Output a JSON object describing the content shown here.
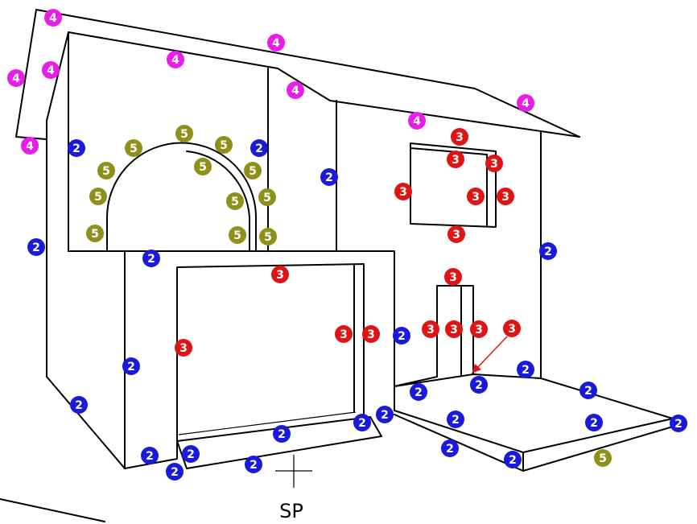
{
  "colors": {
    "2": "#1a1adc",
    "3": "#e01414",
    "4": "#e81ee8",
    "5": "#8f8f1a"
  },
  "sp_label": "SP",
  "markers": [
    {
      "n": "4"
    },
    {
      "n": "4"
    },
    {
      "n": "4"
    },
    {
      "n": "4"
    },
    {
      "n": "4"
    },
    {
      "n": "4"
    },
    {
      "n": "4"
    },
    {
      "n": "4"
    },
    {
      "n": "4"
    },
    {
      "n": "2"
    },
    {
      "n": "2"
    },
    {
      "n": "2"
    },
    {
      "n": "2"
    },
    {
      "n": "2"
    },
    {
      "n": "2"
    },
    {
      "n": "2"
    },
    {
      "n": "2"
    },
    {
      "n": "2"
    },
    {
      "n": "2"
    },
    {
      "n": "2"
    },
    {
      "n": "2"
    },
    {
      "n": "2"
    },
    {
      "n": "2"
    },
    {
      "n": "2"
    },
    {
      "n": "2"
    },
    {
      "n": "2"
    },
    {
      "n": "2"
    },
    {
      "n": "2"
    },
    {
      "n": "2"
    },
    {
      "n": "2"
    },
    {
      "n": "2"
    },
    {
      "n": "2"
    },
    {
      "n": "2"
    },
    {
      "n": "2"
    },
    {
      "n": "5"
    },
    {
      "n": "5"
    },
    {
      "n": "5"
    },
    {
      "n": "5"
    },
    {
      "n": "5"
    },
    {
      "n": "5"
    },
    {
      "n": "5"
    },
    {
      "n": "5"
    },
    {
      "n": "5"
    },
    {
      "n": "5"
    },
    {
      "n": "5"
    },
    {
      "n": "5"
    },
    {
      "n": "5"
    },
    {
      "n": "3"
    },
    {
      "n": "3"
    },
    {
      "n": "3"
    },
    {
      "n": "3"
    },
    {
      "n": "3"
    },
    {
      "n": "3"
    },
    {
      "n": "3"
    },
    {
      "n": "3"
    },
    {
      "n": "3"
    },
    {
      "n": "3"
    },
    {
      "n": "3"
    },
    {
      "n": "3"
    },
    {
      "n": "3"
    },
    {
      "n": "3"
    },
    {
      "n": "3"
    },
    {
      "n": "3"
    }
  ]
}
